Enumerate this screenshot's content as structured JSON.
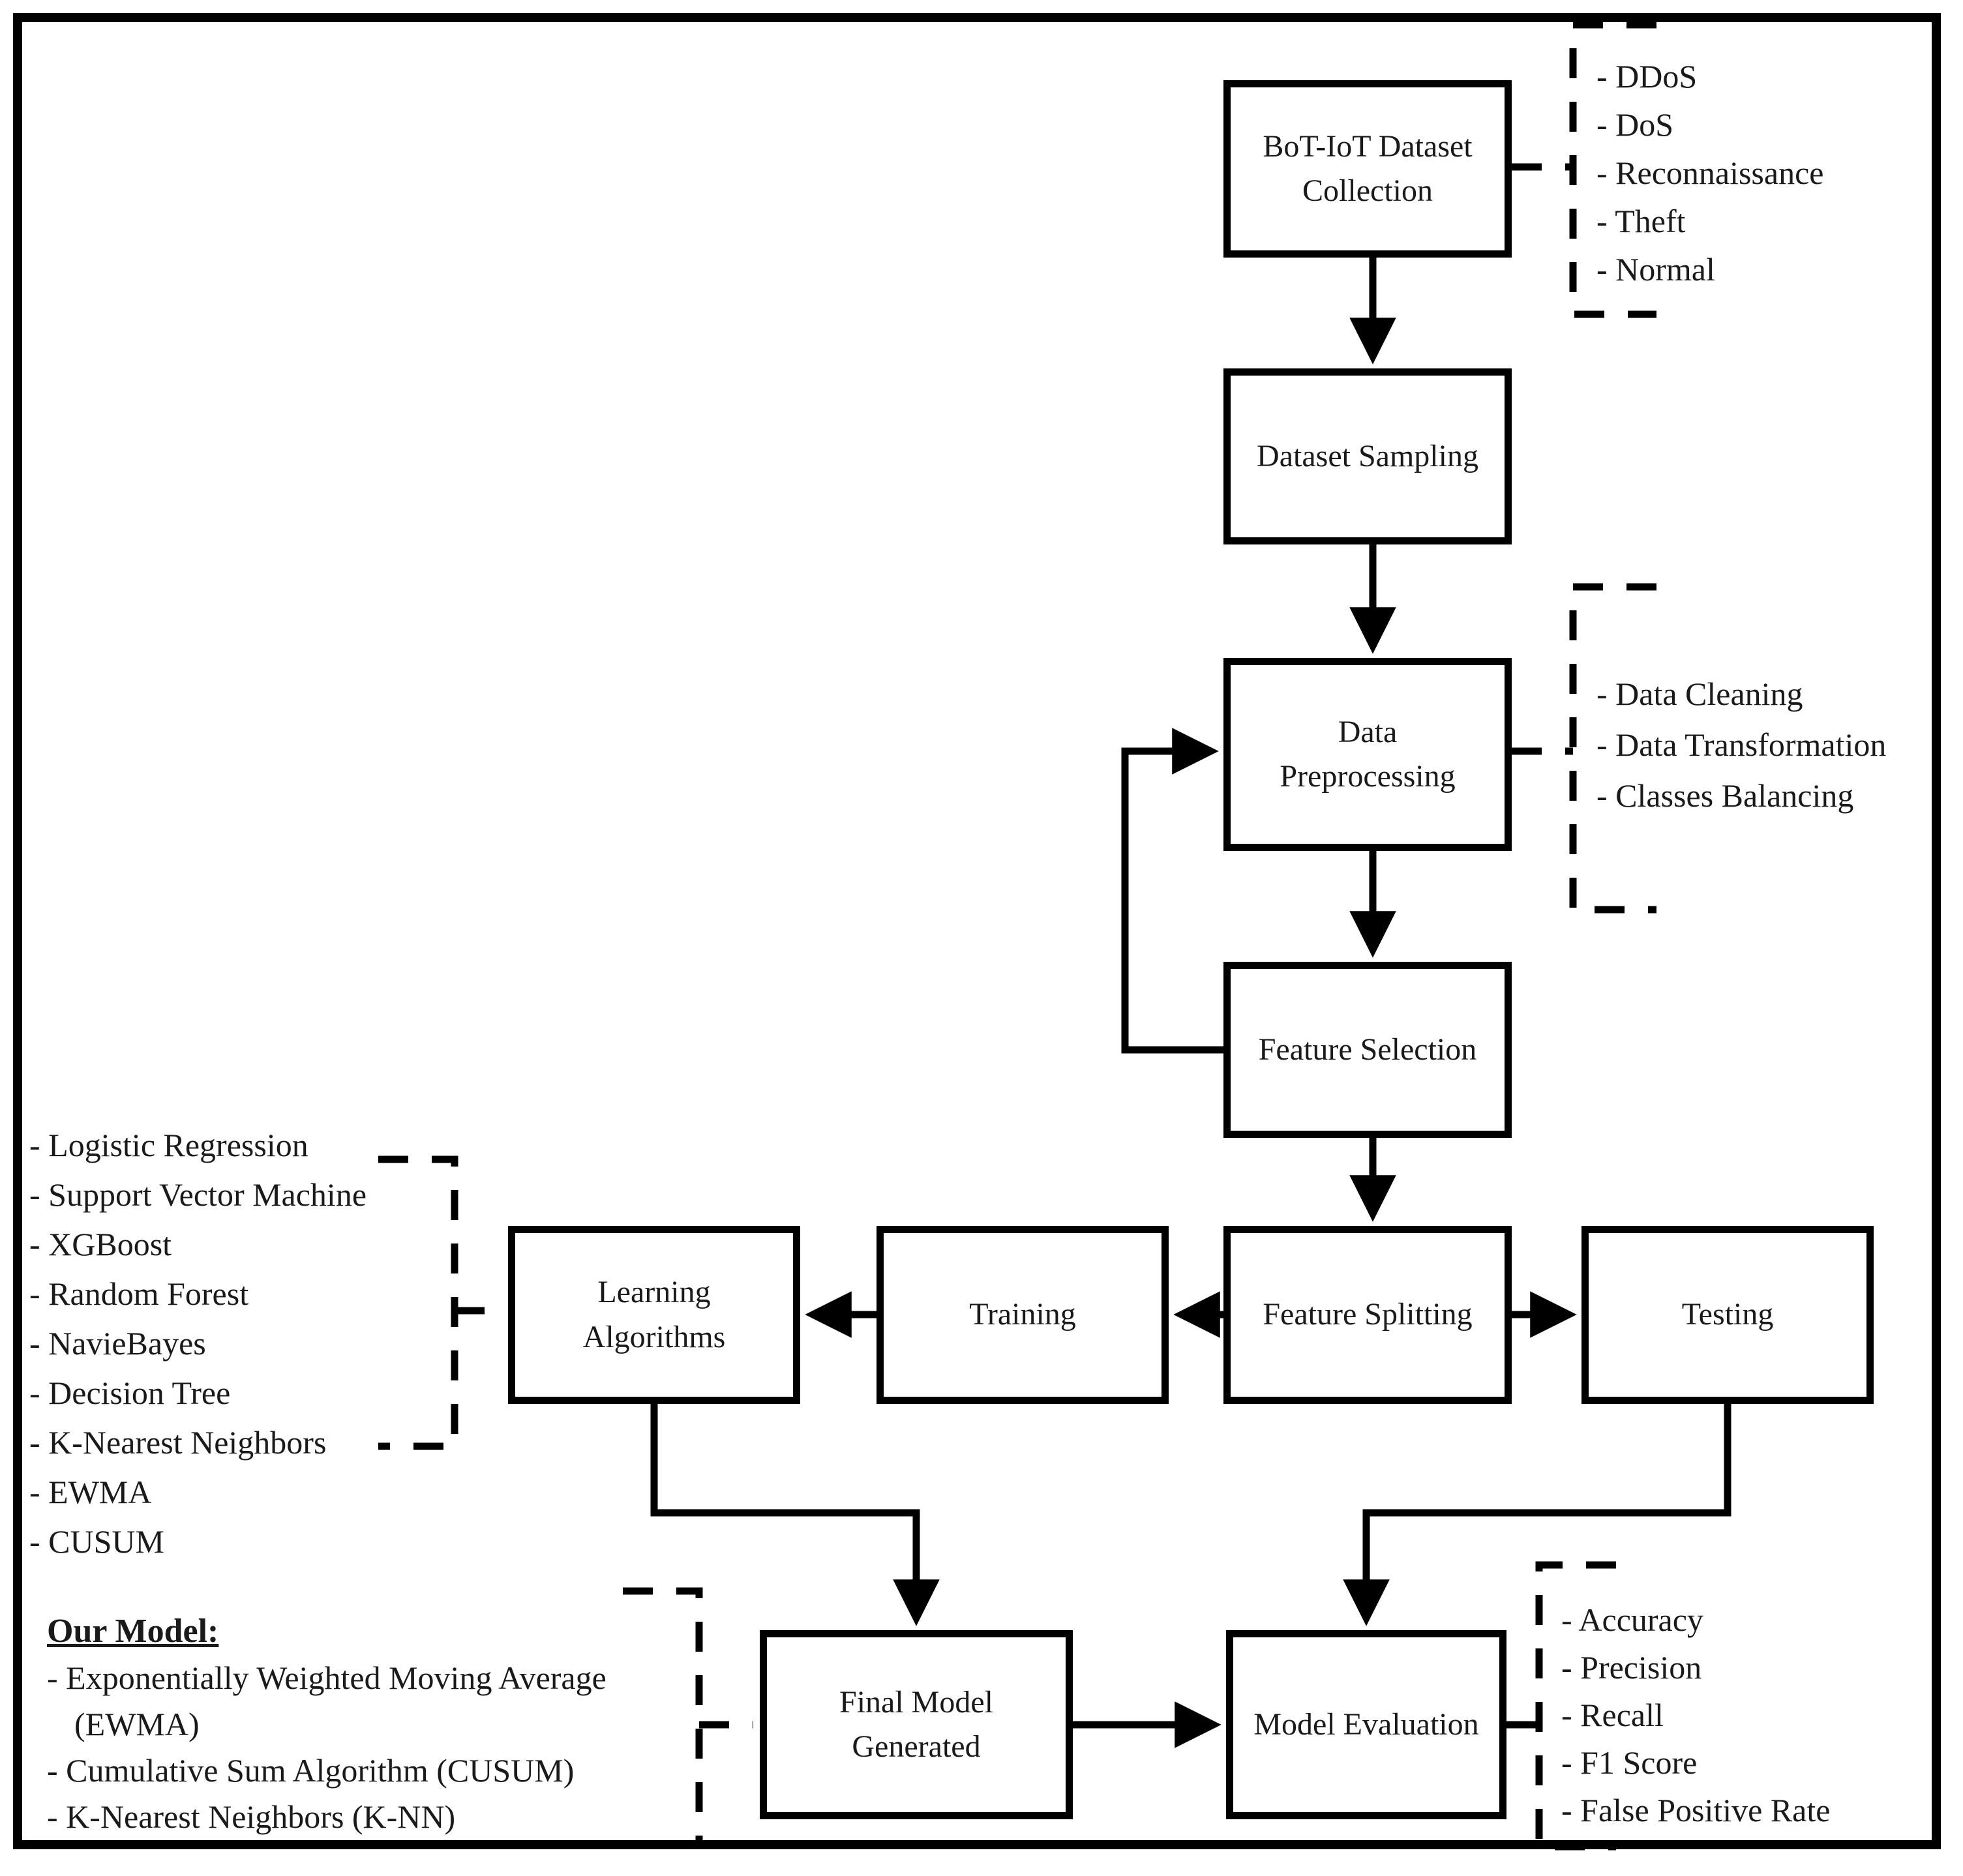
{
  "diagram": {
    "boxes": {
      "bot_iot": "BoT-IoT Dataset\nCollection",
      "dataset_sampling": "Dataset Sampling",
      "data_preprocessing": "Data\nPreprocessing",
      "feature_selection": "Feature Selection",
      "feature_splitting": "Feature Splitting",
      "learning_algorithms": "Learning\nAlgorithms",
      "training": "Training",
      "testing": "Testing",
      "final_model": "Final Model\nGenerated",
      "model_evaluation": "Model Evaluation"
    },
    "annotations": {
      "attack_types": {
        "items": [
          "- DDoS",
          "- DoS",
          "- Reconnaissance",
          "- Theft",
          "- Normal"
        ]
      },
      "preprocessing_steps": {
        "items": [
          "- Data Cleaning",
          "- Data Transformation",
          "- Classes Balancing"
        ]
      },
      "algorithms": {
        "items": [
          "- Logistic Regression",
          "- Support Vector Machine",
          "- XGBoost",
          "- Random Forest",
          "- NavieBayes",
          "- Decision Tree",
          "- K-Nearest Neighbors",
          "- EWMA",
          "- CUSUM"
        ]
      },
      "our_model": {
        "title": "Our Model:",
        "items": [
          "- Exponentially Weighted Moving Average (EWMA)",
          "- Cumulative Sum Algorithm (CUSUM)",
          "- K-Nearest Neighbors (K-NN)"
        ]
      },
      "metrics": {
        "items": [
          "- Accuracy",
          "- Precision",
          "- Recall",
          "- F1 Score",
          "- False Positive Rate"
        ]
      }
    },
    "colors": {
      "line": "#000000",
      "text": "#1a1a1a",
      "background": "#ffffff"
    }
  }
}
